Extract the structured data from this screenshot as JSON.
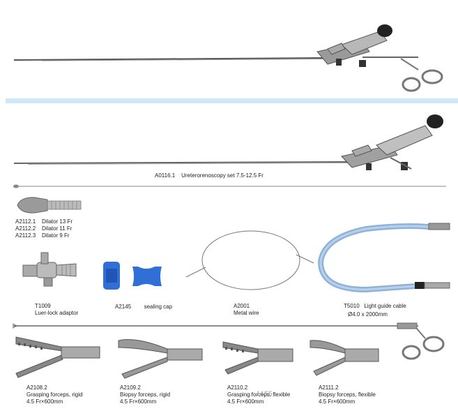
{
  "set": {
    "code": "A0116.1",
    "name": "Ureterorenoscopy set  7.5-12.5 Fr"
  },
  "dilators": [
    {
      "code": "A2112.1",
      "name": "Dilator 13 Fr"
    },
    {
      "code": "A2112.2",
      "name": "Dilator 11 Fr"
    },
    {
      "code": "A2112.3",
      "name": "Dilator 9 Fr"
    }
  ],
  "adaptor": {
    "code": "T1009",
    "name": "Luer-lock adaptor"
  },
  "cap": {
    "code": "A2145",
    "name": "sealing cap"
  },
  "wire": {
    "code": "A2001",
    "name": "Metal wire"
  },
  "cable": {
    "code": "T5010",
    "name": "Light guide cable",
    "size": "Ø4.0 x 2000mm"
  },
  "forceps": [
    {
      "code": "A2108.2",
      "name": "Grasping forceps, rigid",
      "size": "4.5 Fr×600mm"
    },
    {
      "code": "A2109.2",
      "name": "Biopsy forceps, rigid",
      "size": "4.5 Fr×600mm"
    },
    {
      "code": "A2110.2",
      "name": "Grasping forceps, flexible",
      "size": "4.5 Fr×600mm"
    },
    {
      "code": "A2111.2",
      "name": "Biopsy forceps, flexible",
      "size": "4.5 Fr×600mm"
    }
  ],
  "page_number": "14/55",
  "colors": {
    "band": "#cfe8f7",
    "cap_blue": "#2f6fd6",
    "cable_blue": "#8fb2d8"
  }
}
